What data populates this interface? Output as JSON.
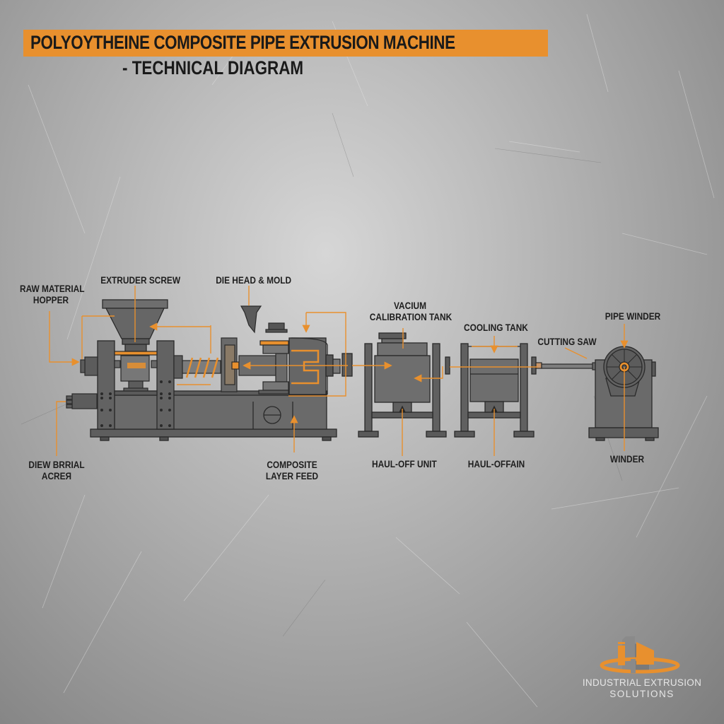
{
  "header": {
    "title": "POLYOYTHEINE COMPOSITE PIPE EXTRUSION MACHINE",
    "subtitle": "- TECHNICAL DIAGRAM",
    "title_bg_color": "#e8902e"
  },
  "labels": {
    "raw_material_hopper": {
      "line1": "RAW MATERIAL",
      "line2": "HOPPER"
    },
    "extruder_screw": "EXTRUDER SCREW",
    "die_head_mold": "DIE HEAD & MOLD",
    "vacuum_calibration_tank": {
      "line1": "VACIUM",
      "line2": "CALIBRATION TANK"
    },
    "cooling_tank": "COOLING TANK",
    "cutting_saw": "CUTTING SAW",
    "pipe_winder": "PIPE WINDER",
    "drive_motor": {
      "line1": "DIEW BRRIAL",
      "line2": "ACREЯ"
    },
    "composite_layer_feed": {
      "line1": "COMPOSITE",
      "line2": "LAYER FEED"
    },
    "haul_off_unit": "HAUL-OFF UNIT",
    "haul_off_ain": "HAUL-OFFAIN",
    "winder": "WINDER"
  },
  "components": [
    "raw-material-hopper",
    "extruder-screw",
    "extruder-frame",
    "drive-motor",
    "die-head",
    "mold",
    "vacuum-calibration-tank",
    "cooling-tank",
    "cutting-saw",
    "pipe-winder"
  ],
  "colors": {
    "accent_orange": "#e8902e",
    "machine_gray": "#6b6b6b",
    "outline": "#2a2a2a"
  },
  "logo": {
    "line1": "INDUSTRIAL EXTRUSION",
    "line2": "SOLUTIONS",
    "icon": "factory-building-icon"
  }
}
